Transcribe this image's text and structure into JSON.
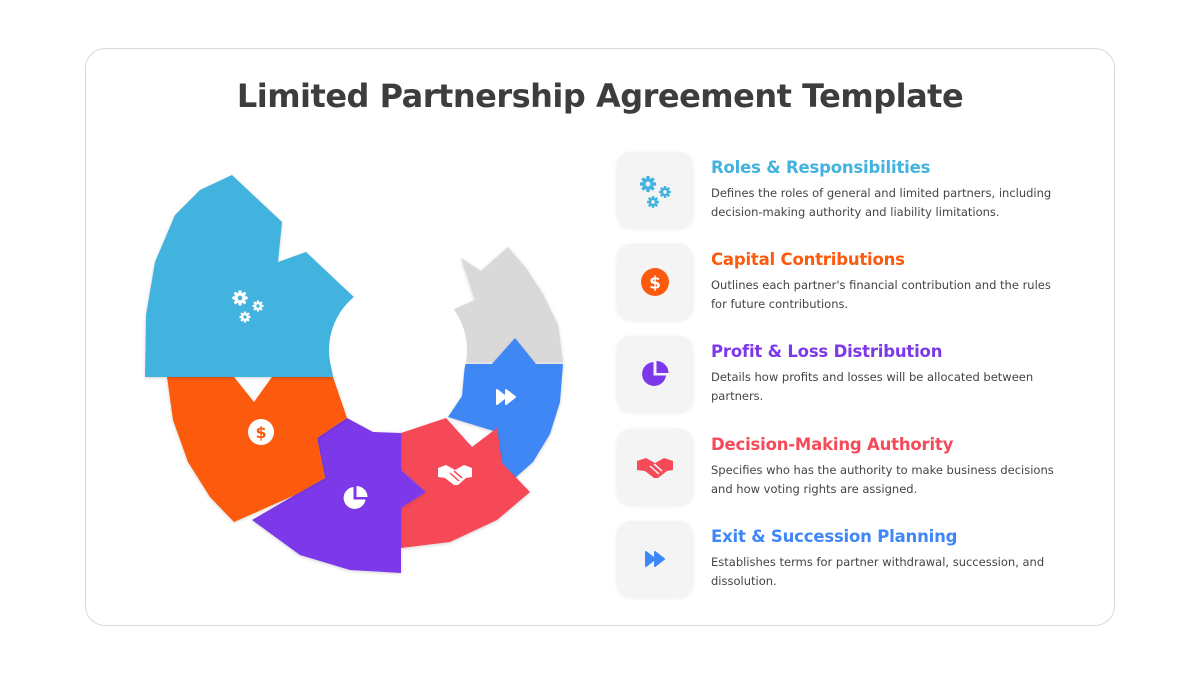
{
  "title": "Limited Partnership Agreement Template",
  "colors": {
    "roles": "#42b2de",
    "capital": "#fc5a0c",
    "profit": "#7d38e9",
    "decision": "#f64a59",
    "exit": "#3f87f6",
    "neutral": "#d9d9d9"
  },
  "items": [
    {
      "title": "Roles & Responsibilities",
      "description": "Defines the roles of general and limited partners, including decision-making authority and liability limitations.",
      "icon": "gears-icon"
    },
    {
      "title": "Capital Contributions",
      "description": "Outlines each partner's financial contribution and the rules for future contributions.",
      "icon": "dollar-coin-icon"
    },
    {
      "title": "Profit & Loss Distribution",
      "description": "Details how profits and losses will be allocated between partners.",
      "icon": "pie-chart-icon"
    },
    {
      "title": "Decision-Making Authority",
      "description": "Specifies who has the authority to make business decisions and how voting rights are assigned.",
      "icon": "handshake-icon"
    },
    {
      "title": "Exit & Succession Planning",
      "description": "Establishes terms for partner withdrawal, succession, and dissolution.",
      "icon": "fast-forward-icon"
    }
  ]
}
